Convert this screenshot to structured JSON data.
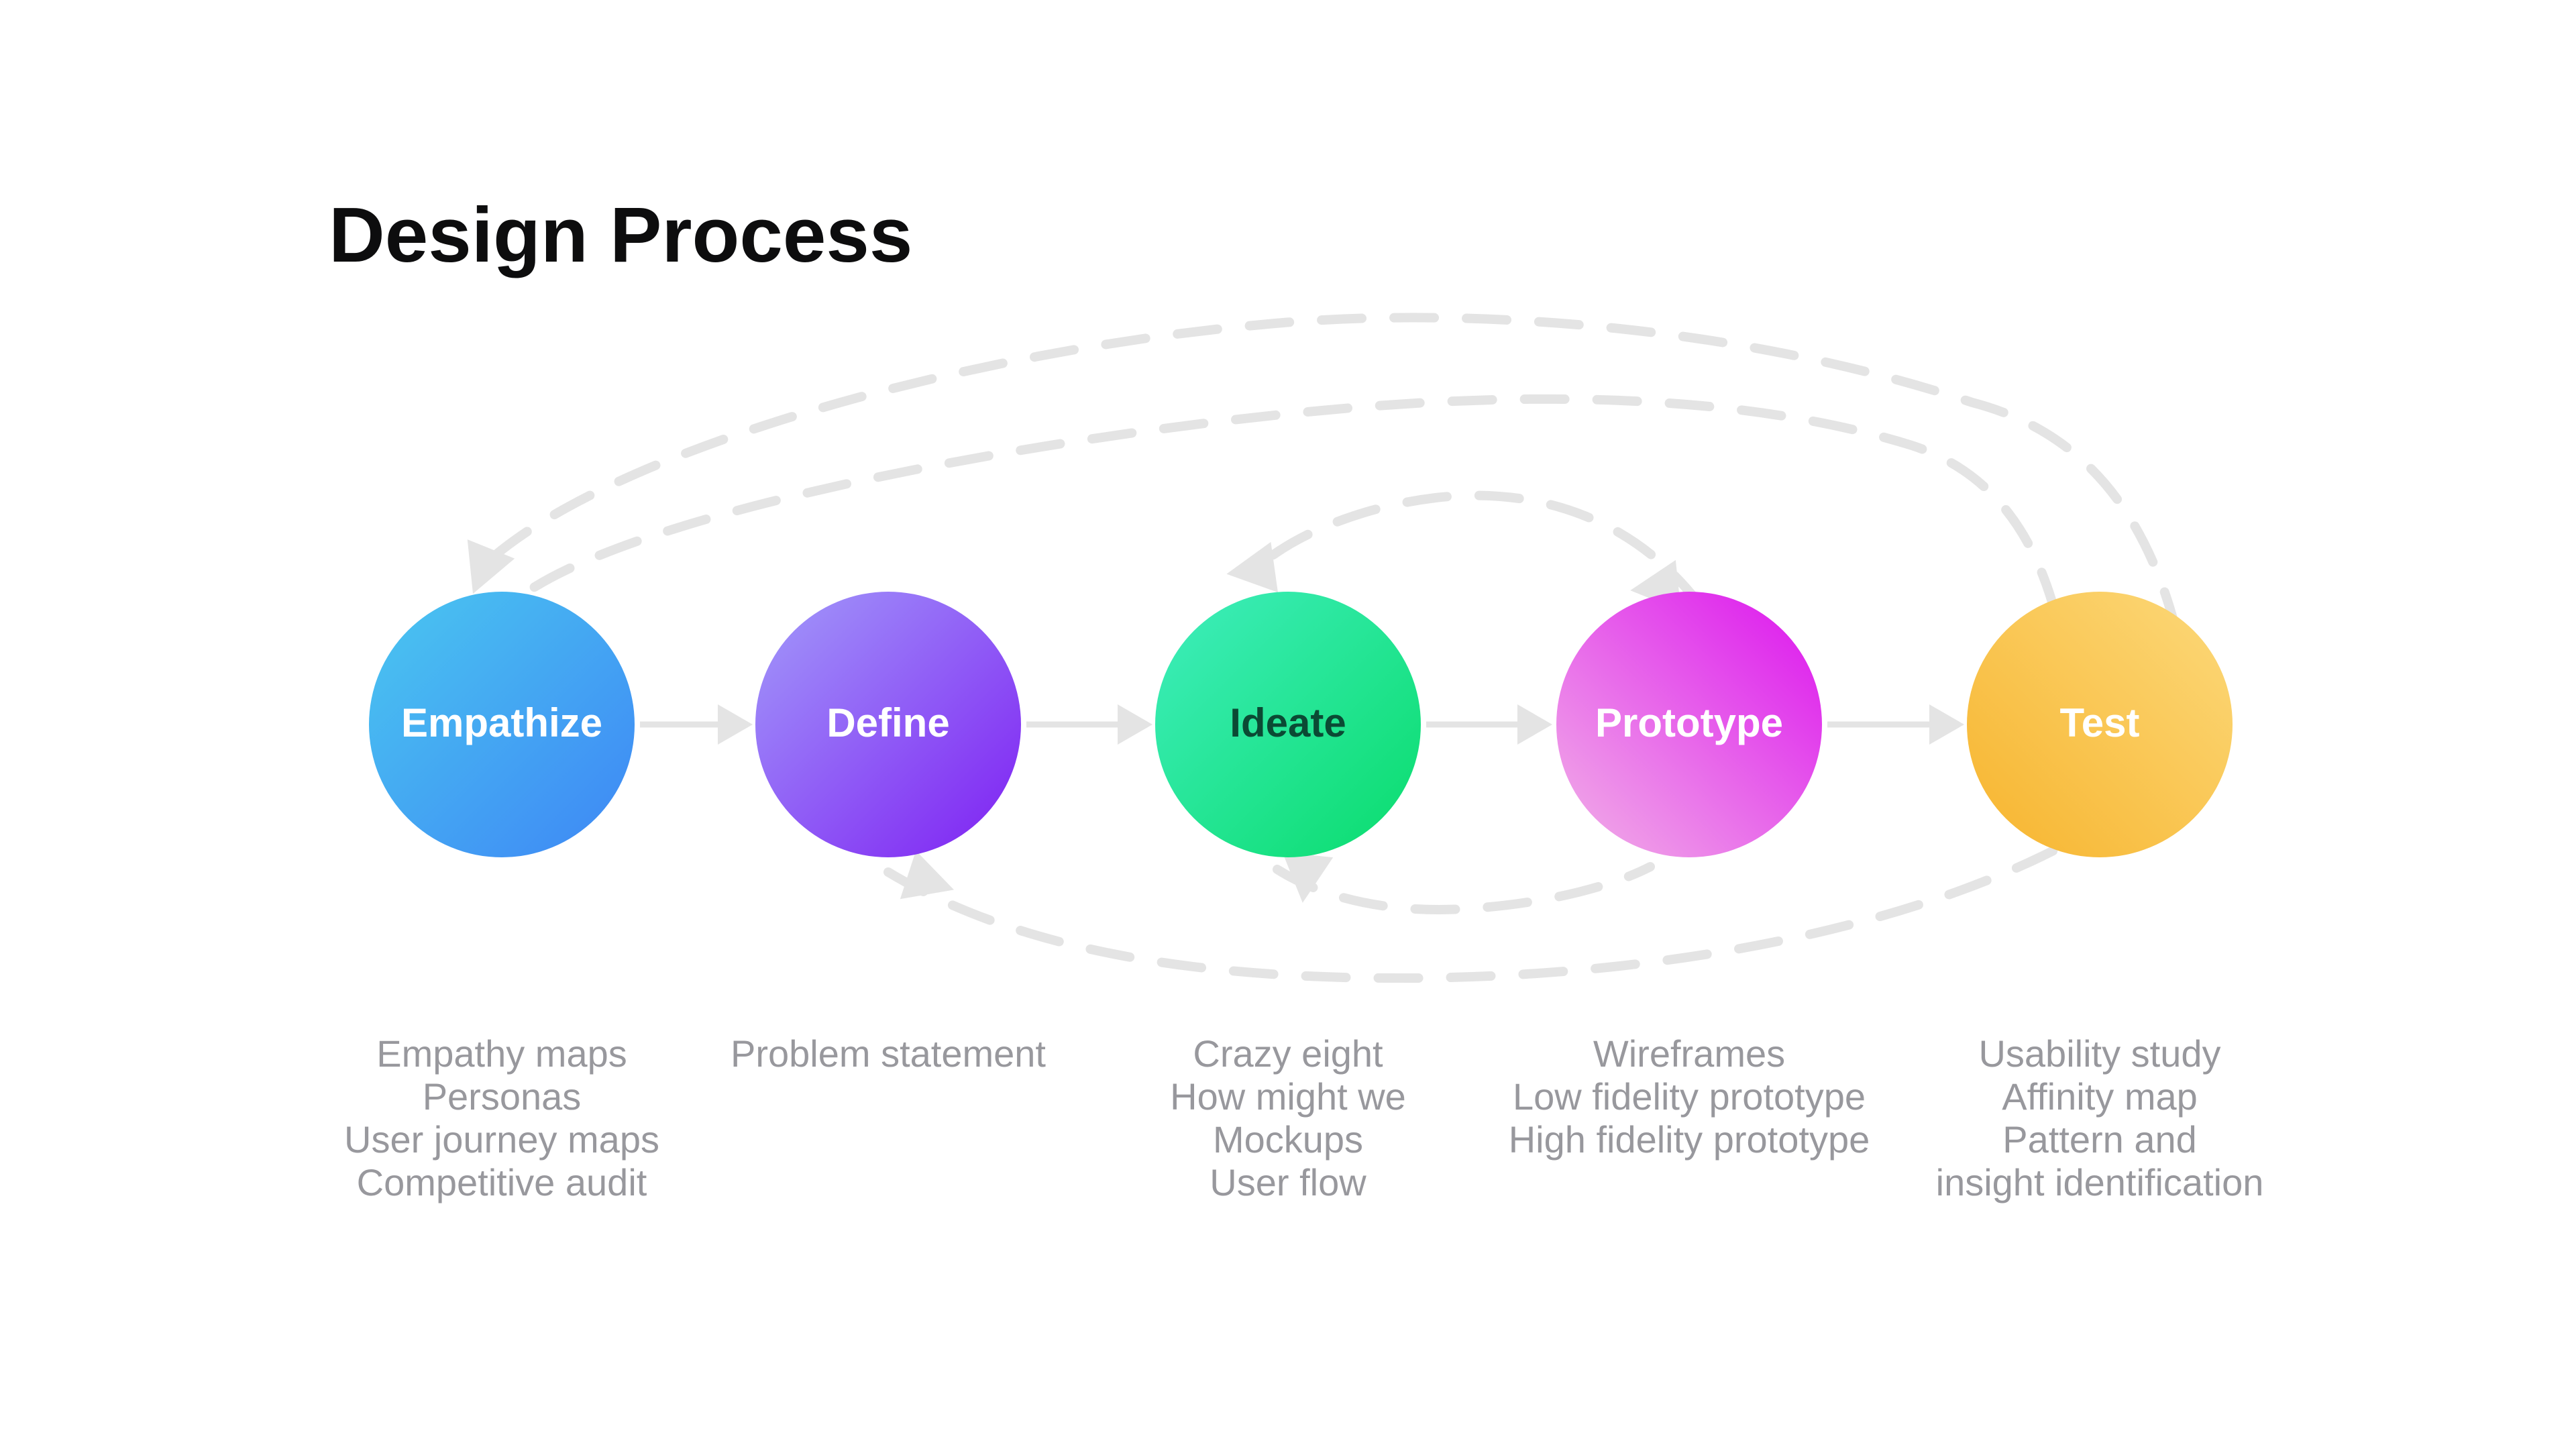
{
  "page": {
    "background_color": "#FFFFFF",
    "title": "Design Process",
    "title_color": "#0D0D0E"
  },
  "diagram": {
    "connector_color": "#E4E4E4",
    "loop_line_color": "#E4E4E4",
    "description_text_color": "#98989D",
    "flow_direction": "left-to-right",
    "loops_note": "dashed elliptical feedback loops arcing over and under the stages"
  },
  "stages": [
    {
      "label": "Empathize",
      "label_color": "#FFFFFF",
      "gradient_angle": "135deg",
      "gradient_start": "#4AC7F0",
      "gradient_end": "#3E86F5",
      "methods": [
        "Empathy maps",
        "Personas",
        "User journey maps",
        "Competitive audit"
      ]
    },
    {
      "label": "Define",
      "label_color": "#FFFFFF",
      "gradient_angle": "135deg",
      "gradient_start": "#A29BFA",
      "gradient_end": "#7E1FF2",
      "methods": [
        "Problem statement"
      ]
    },
    {
      "label": "Ideate",
      "label_color": "#0B4A34",
      "gradient_angle": "135deg",
      "gradient_start": "#40EEBE",
      "gradient_end": "#09DC6C",
      "methods": [
        "Crazy eight",
        "How might we",
        "Mockups",
        "User flow"
      ]
    },
    {
      "label": "Prototype",
      "label_color": "#FFFFFF",
      "gradient_angle": "225deg",
      "gradient_start": "#DC13EE",
      "gradient_end": "#F2B3E7",
      "methods": [
        "Wireframes",
        "Low fidelity prototype",
        "High fidelity prototype"
      ]
    },
    {
      "label": "Test",
      "label_color": "#FFFFFF",
      "gradient_angle": "225deg",
      "gradient_start": "#FCD97B",
      "gradient_end": "#F7B42D",
      "methods": [
        "Usability study",
        "Affinity map",
        "Pattern and",
        "insight identification"
      ]
    }
  ]
}
